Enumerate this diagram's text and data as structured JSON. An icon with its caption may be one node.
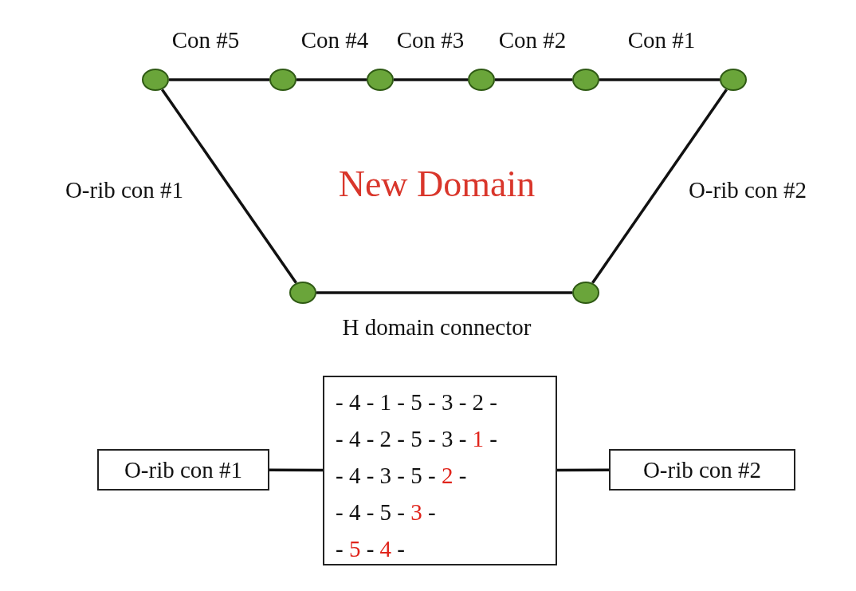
{
  "diagram": {
    "nodes": [
      {
        "text": [],
        "shape": "circle"
      },
      {
        "text": [],
        "shape": "circle"
      },
      {
        "text": [],
        "shape": "circle"
      },
      {
        "text": [],
        "shape": "circle"
      },
      {
        "text": [],
        "shape": "circle"
      },
      {
        "text": [],
        "shape": "circle"
      },
      {
        "text": [],
        "shape": "circle"
      },
      {
        "text": [],
        "shape": "circle"
      },
      {
        "text": [
          "O-rib con #1"
        ]
      },
      {
        "text": [
          "- 4 - 1 - 5 - 3 - 2 -",
          "- 4 - 2 - 5 - 3 - 1 -",
          "- 4 - 3 - 5 - 2 -",
          "- 4 - 5 - 3 -",
          "- 5 - 4 -"
        ]
      },
      {
        "text": [
          "O-rib con #2"
        ]
      }
    ],
    "edges": [
      {
        "from": 0,
        "to": 1,
        "arrow": "none",
        "label": "Con #5"
      },
      {
        "from": 1,
        "to": 2,
        "arrow": "none",
        "label": "Con #4"
      },
      {
        "from": 2,
        "to": 3,
        "arrow": "none",
        "label": "Con #3"
      },
      {
        "from": 3,
        "to": 4,
        "arrow": "none",
        "label": "Con #2"
      },
      {
        "from": 4,
        "to": 5,
        "arrow": "none",
        "label": "Con #1"
      },
      {
        "from": 0,
        "to": 6,
        "arrow": "none",
        "label": "O-rib con #1"
      },
      {
        "from": 5,
        "to": 7,
        "arrow": "none",
        "label": "O-rib con #2"
      },
      {
        "from": 6,
        "to": 7,
        "arrow": "none",
        "label": "H domain connector"
      },
      {
        "from": 8,
        "to": 9,
        "arrow": "none"
      },
      {
        "from": 9,
        "to": 10,
        "arrow": "none"
      }
    ],
    "labels": [
      "New Domain"
    ]
  }
}
